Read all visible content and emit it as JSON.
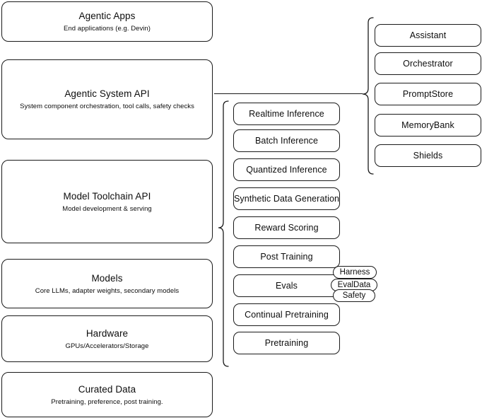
{
  "diagram": {
    "title": "Agentic AI stack layered architecture diagram",
    "stroke_color": "#1a1a1a",
    "background_color": "#ffffff",
    "text_color": "#0d0d0d"
  },
  "layers": [
    {
      "title": "Agentic Apps",
      "subtitle": "End applications (e.g. Devin)"
    },
    {
      "title": "Agentic System API",
      "subtitle": "System component orchestration, tool calls, safety checks"
    },
    {
      "title": "Model Toolchain API",
      "subtitle": "Model development & serving"
    },
    {
      "title": "Models",
      "subtitle": "Core LLMs, adapter weights, secondary models"
    },
    {
      "title": "Hardware",
      "subtitle": "GPUs/Accelerators/Storage"
    },
    {
      "title": "Curated Data",
      "subtitle": "Pretraining, preference, post training."
    }
  ],
  "capabilities": [
    {
      "label": "Realtime Inference"
    },
    {
      "label": "Batch Inference"
    },
    {
      "label": "Quantized Inference"
    },
    {
      "label": "Synthetic Data Generation"
    },
    {
      "label": "Reward Scoring"
    },
    {
      "label": "Post Training"
    },
    {
      "label": "Evals"
    },
    {
      "label": "Continual Pretraining"
    },
    {
      "label": "Pretraining"
    }
  ],
  "eval_badges": [
    {
      "label": "Harness"
    },
    {
      "label": "EvalData"
    },
    {
      "label": "Safety"
    }
  ],
  "components": [
    {
      "label": "Assistant"
    },
    {
      "label": "Orchestrator"
    },
    {
      "label": "PromptStore"
    },
    {
      "label": "MemoryBank"
    },
    {
      "label": "Shields"
    }
  ]
}
